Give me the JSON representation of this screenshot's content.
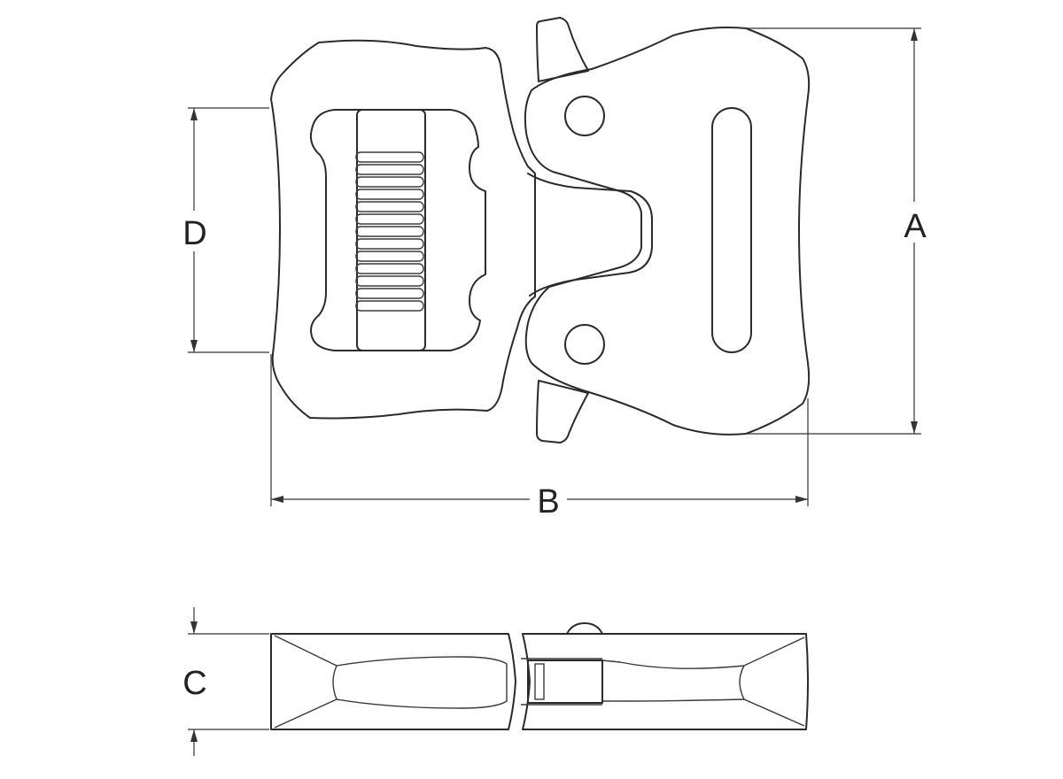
{
  "dimension_labels": {
    "height": "A",
    "width": "B",
    "thickness": "C",
    "strap_width": "D"
  },
  "colors": {
    "line": "#2b2b2b",
    "background": "#ffffff"
  }
}
